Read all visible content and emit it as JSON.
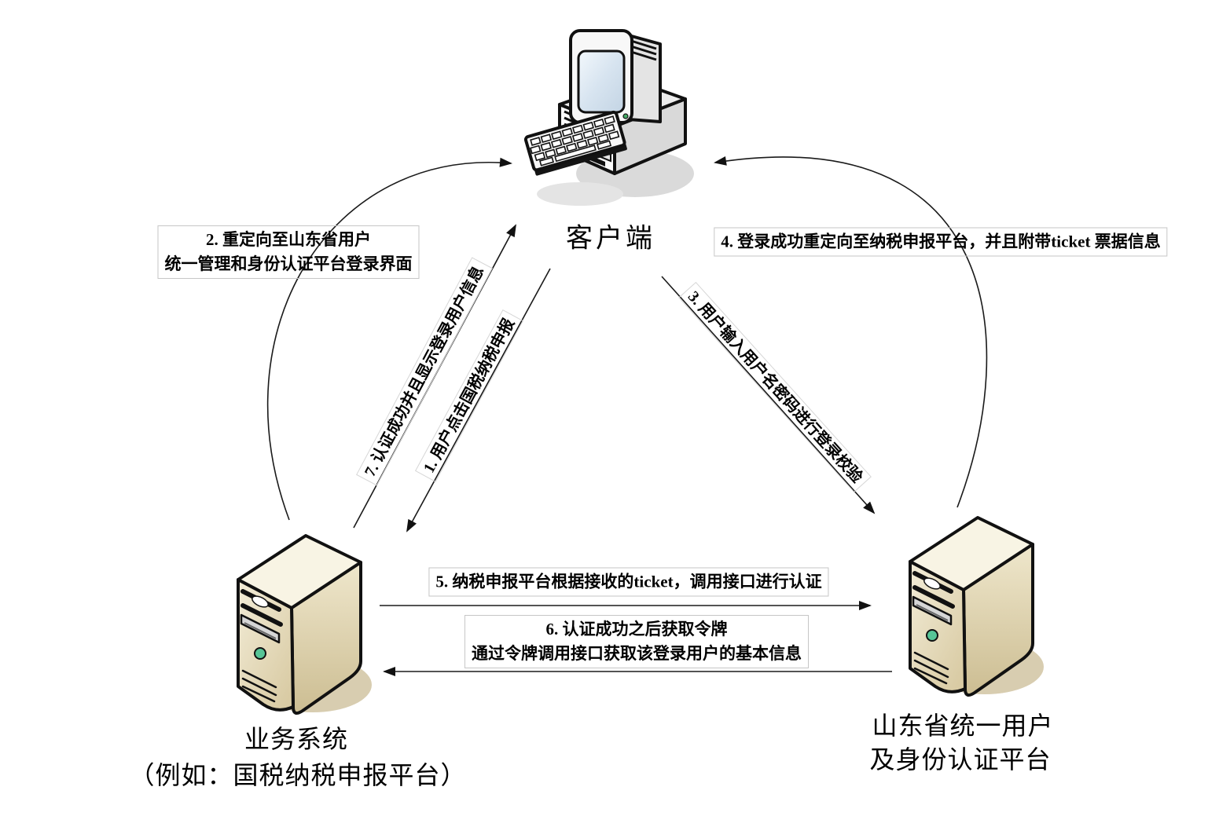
{
  "entities": {
    "client": {
      "label": "客户端",
      "icon": "desktop-computer-icon"
    },
    "business_system": {
      "name": "业务系统",
      "note": "（例如：国税纳税申报平台）",
      "icon": "server-tower-icon"
    },
    "auth_platform": {
      "name_line1": "山东省统一用户",
      "name_line2": "及身份认证平台",
      "icon": "server-tower-icon"
    }
  },
  "messages": {
    "m1": {
      "text": "1. 用户点击国税纳税申报",
      "from": "client",
      "to": "business_system"
    },
    "m2": {
      "line1": "2. 重定向至山东省用户",
      "line2": "统一管理和身份认证平台登录界面",
      "from": "business_system",
      "to": "client"
    },
    "m3": {
      "text": "3. 用户输入用户名密码进行登录校验",
      "from": "client",
      "to": "auth_platform"
    },
    "m4": {
      "text": "4. 登录成功重定向至纳税申报平台，并且附带ticket 票据信息",
      "from": "auth_platform",
      "to": "client"
    },
    "m5": {
      "text": "5. 纳税申报平台根据接收的ticket，调用接口进行认证",
      "from": "business_system",
      "to": "auth_platform"
    },
    "m6": {
      "line1": "6. 认证成功之后获取令牌",
      "line2": "通过令牌调用接口获取该登录用户的基本信息",
      "from": "auth_platform",
      "to": "business_system"
    },
    "m7": {
      "text": "7. 认证成功并且显示登录用户信息",
      "from": "business_system",
      "to": "client"
    }
  },
  "colors": {
    "line": "#1a1a1a",
    "label_box_border": "#c6c6c6",
    "server_top": "#f8f4e4",
    "server_front": "#f0e9d2",
    "server_side": "#d8cba2",
    "server_shadow": "#d8cdb0",
    "led_green": "#57c597",
    "screen_blue": "#d7e4f0",
    "pc_shadow": "#dadada"
  }
}
